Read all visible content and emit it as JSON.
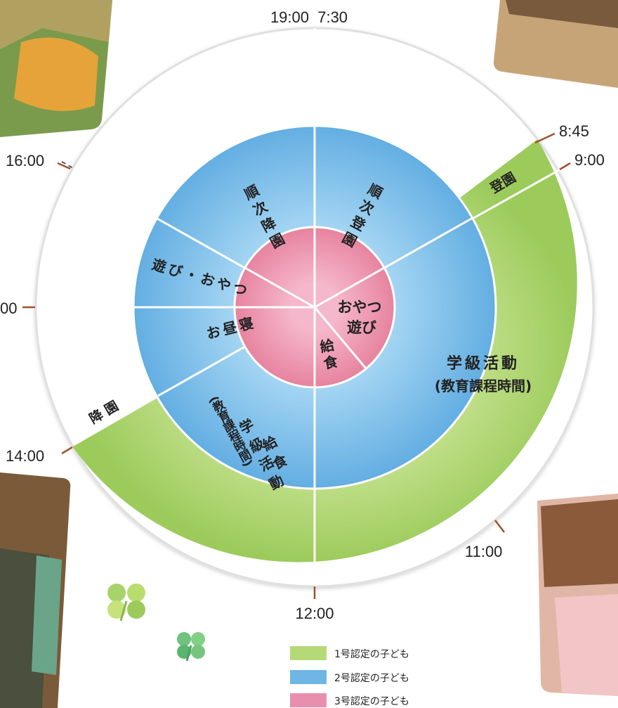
{
  "times": {
    "t1900_730": "19:00  7:30",
    "t845": "8:45",
    "t900": "9:00",
    "t1100": "11:00",
    "t1200": "12:00",
    "t1400": "14:00",
    "t1500": "00",
    "t1600": "16:00"
  },
  "outer": {
    "toen": "登園",
    "koen": "降園",
    "gakkyu_line1": "学級活動",
    "gakkyu_line2": "(教育課程時間)"
  },
  "middle": {
    "junji_toen": "順次登園",
    "junji_koen": "順次降園",
    "asobi_oyatsu": "遊び・おやつ",
    "ohirune": "お昼寝",
    "kyushoku_col1": "給食",
    "gakkyu_col2": "学級活動",
    "kyoiku_col3": "(教育課程時間)"
  },
  "inner": {
    "oyatsu": "おやつ",
    "asobi": "遊び",
    "kyushoku": "給食"
  },
  "legend": [
    {
      "label": "1号認定の子ども",
      "color": "#b6d977"
    },
    {
      "label": "2号認定の子ども",
      "color": "#6fb6e4"
    },
    {
      "label": "3号認定の子ども",
      "color": "#e98fae"
    }
  ],
  "colors": {
    "green": "#a6d06a",
    "blue": "#78bde8",
    "pink": "#ec92b1",
    "white_ring": "#ffffff",
    "tick": "#a0522d"
  },
  "icons": [
    "clover-icon",
    "clover-icon"
  ]
}
